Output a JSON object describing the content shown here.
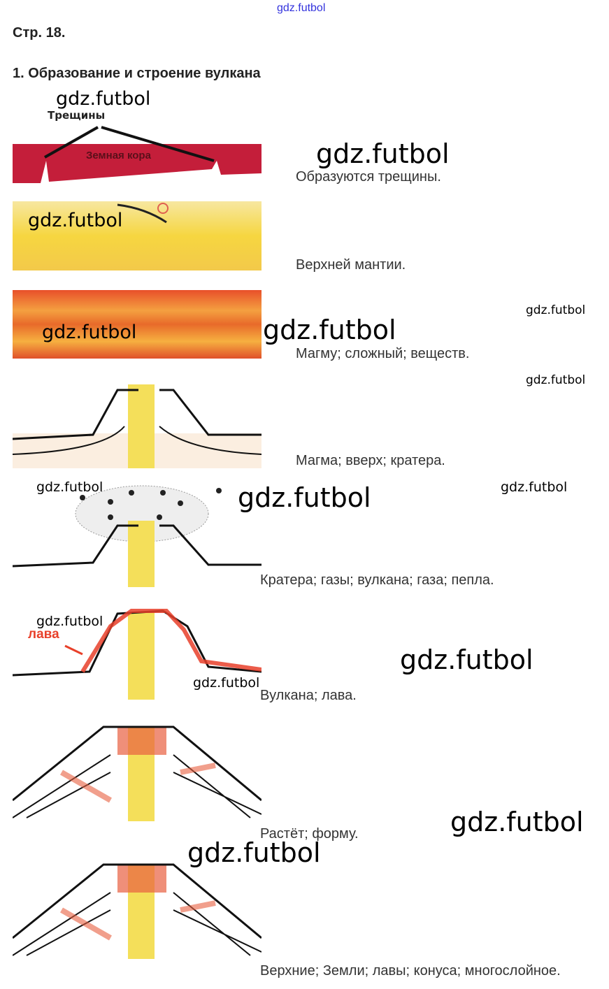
{
  "header_link": "gdz.futbol",
  "page_label": "Стр. 18.",
  "task_title": "1. Образование и строение вулкана",
  "figure_labels": {
    "cracks": "Трещины",
    "crust": "Земная кора",
    "lava": "лава"
  },
  "answers": [
    "Образуются трещины.",
    "Верхней мантии.",
    "Магму; сложный; веществ.",
    "Магма; вверх; кратера.",
    "Кратера; газы; вулкана; газа; пепла.",
    "Вулкана; лава.",
    "Растёт; форму.",
    "Верхние; Земли; лавы; конуса; многослойное."
  ],
  "watermarks": [
    "gdz.futbol",
    "gdz.futbol",
    "gdz.futbol",
    "gdz.futbol",
    "gdz.futbol",
    "gdz.futbol",
    "gdz.futbol",
    "gdz.futbol",
    "gdz.futbol",
    "gdz.futbol",
    "gdz.futbol",
    "gdz.futbol",
    "gdz.futbol",
    "gdz.futbol",
    "gdz.futbol"
  ],
  "colors": {
    "crust": "#c41e3a",
    "link": "#3333dd",
    "lava": "#e8402a"
  }
}
